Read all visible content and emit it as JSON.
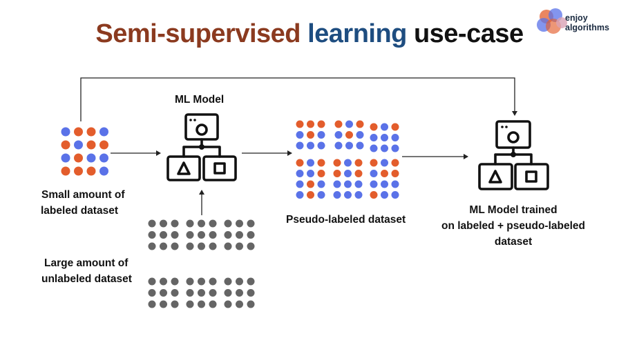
{
  "title": {
    "part1": "Semi-supervised",
    "part2": "learning",
    "part3": "use-case"
  },
  "logo": {
    "line1": "enjoy",
    "line2": "algorithms"
  },
  "labels": {
    "ml_model": "ML Model",
    "small_line1": "Small amount of",
    "small_line2": "labeled dataset",
    "large_line1": "Large amount of",
    "large_line2": "unlabeled dataset",
    "pseudo": "Pseudo-labeled dataset",
    "trained_line1": "ML Model trained",
    "trained_line2": "on labeled + pseudo-labeled",
    "trained_line3": "dataset"
  },
  "colors": {
    "orange": "#e35d2c",
    "blue": "#5a72e8",
    "gray": "#656565",
    "title_semi": "#8b3a1f",
    "title_learning": "#1e4d80"
  },
  "icons": [
    "ml-model-icon",
    "ml-model-trained-icon",
    "enjoyalgorithms-logo-icon"
  ]
}
